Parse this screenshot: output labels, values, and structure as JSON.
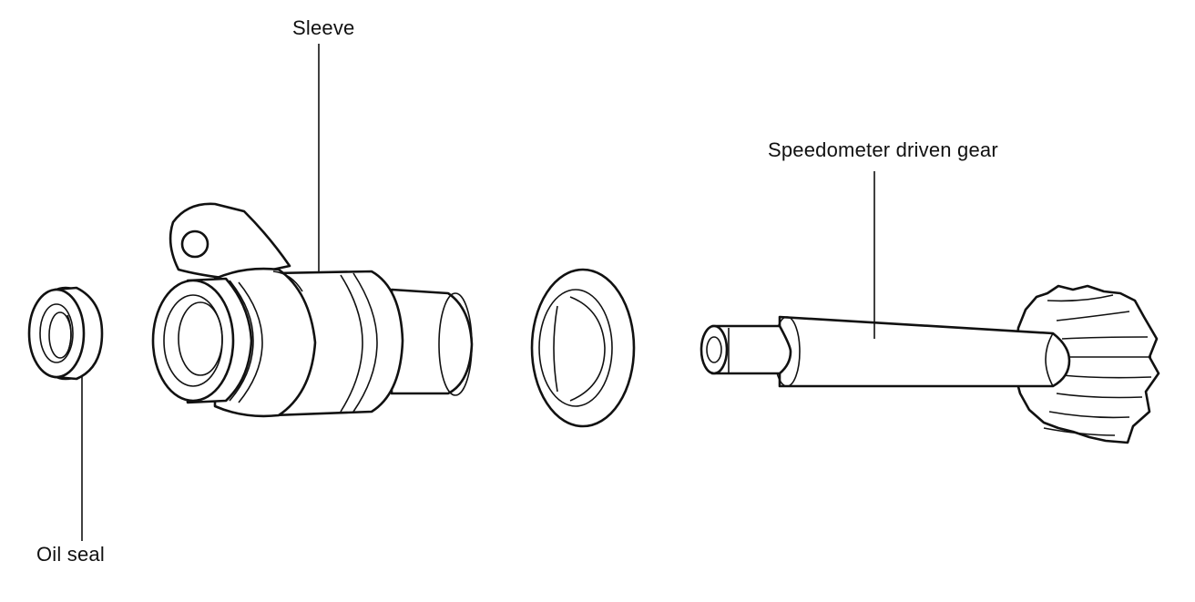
{
  "diagram": {
    "callouts": {
      "sleeve": "Sleeve",
      "speedometer_driven_gear": "Speedometer driven gear",
      "oil_seal": "Oil seal"
    },
    "colors": {
      "ink": "#111111",
      "background": "#ffffff"
    }
  }
}
